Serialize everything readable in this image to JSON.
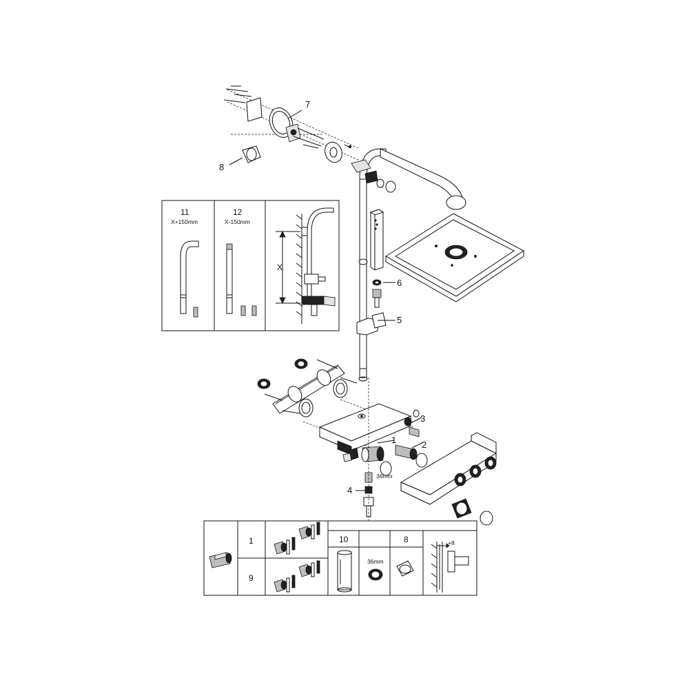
{
  "callouts": {
    "c1": "1",
    "c2": "2",
    "c3": "3",
    "c4": "4",
    "c5": "5",
    "c6": "6",
    "c7": "7",
    "c8": "8"
  },
  "dimension_36mm": "36mm",
  "inset_top": {
    "col11_number": "11",
    "col11_dim": "X+150mm",
    "col12_number": "12",
    "col12_dim": "X-150mm",
    "x_label": "X"
  },
  "inset_bottom": {
    "row1_number": "1",
    "row9_number": "9",
    "col10_number": "10",
    "col10_dim": "36mm",
    "col8_number": "8",
    "offset_label": "+8"
  }
}
